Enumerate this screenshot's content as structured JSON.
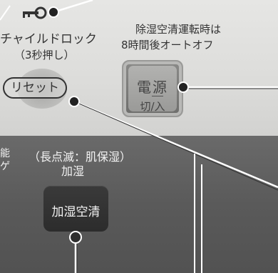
{
  "child_lock": {
    "label": "チャイルドロック",
    "sub": "（3秒押し）"
  },
  "dehumidify_note": {
    "line1": "除湿空清運転時は",
    "line2": "8時間後オートオフ"
  },
  "reset": {
    "label": "リセット"
  },
  "power": {
    "kanji": "電源",
    "sub": "切/入"
  },
  "mode_note": {
    "line1": "（長点滅：肌保湿）",
    "line2": "加湿"
  },
  "left_cut": {
    "line1": "能",
    "line2": "ゲ"
  },
  "humid_button": {
    "label": "加湿空清"
  },
  "colors": {
    "panel_light": "#dcdcda",
    "panel_dark": "#5a5a5a",
    "button_dark": "#2e2e2e",
    "callout_line": "#ffffff",
    "dot_fill": "#222222"
  },
  "icons": {
    "key": "key-icon"
  }
}
